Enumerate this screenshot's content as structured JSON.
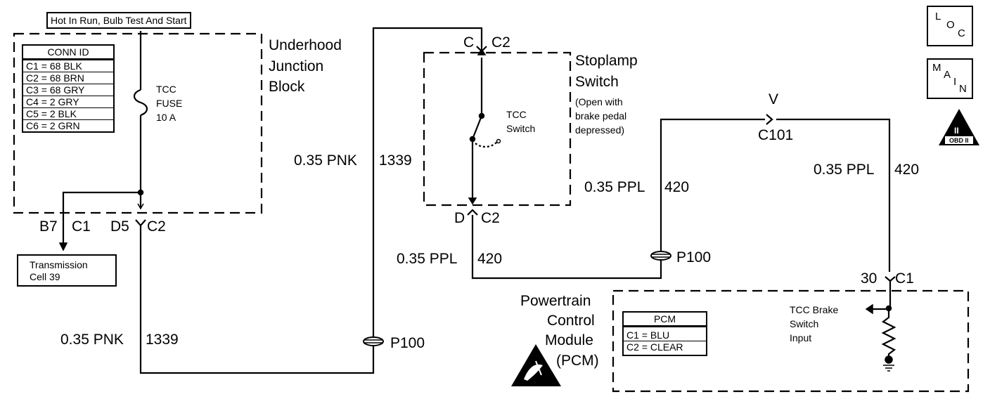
{
  "header_label": "Hot In Run, Bulb Test And Start",
  "underhood_block": {
    "line1": "Underhood",
    "line2": "Junction",
    "line3": "Block"
  },
  "conn_id_table": {
    "title": "CONN  ID",
    "rows": [
      "C1 = 68 BLK",
      "C2 = 68 BRN",
      "C3 = 68 GRY",
      "C4 = 2 GRY",
      "C5 = 2 BLK",
      "C6 = 2 GRN"
    ]
  },
  "fuse": {
    "line1": "TCC",
    "line2": "FUSE",
    "line3": "10 A"
  },
  "connectors": {
    "b7": "B7",
    "c1_left": "C1",
    "d5": "D5",
    "c2_left": "C2",
    "c_top": "C",
    "c2_top": "C2",
    "d_bottom": "D",
    "c2_bottom": "C2",
    "v": "V",
    "c101": "C101",
    "num30": "30",
    "c1_right": "C1"
  },
  "transmission": {
    "line1": "Transmission",
    "line2": "Cell 39"
  },
  "wires": {
    "pnk_upper_gauge": "0.35 PNK",
    "pnk_upper_circuit": "1339",
    "pnk_lower_gauge": "0.35 PNK",
    "pnk_lower_circuit": "1339",
    "ppl_lower_gauge": "0.35 PPL",
    "ppl_lower_circuit": "420",
    "ppl_mid_gauge": "0.35 PPL",
    "ppl_mid_circuit": "420",
    "ppl_right_gauge": "0.35 PPL",
    "ppl_right_circuit": "420"
  },
  "splices": {
    "p100_left": "P100",
    "p100_right": "P100"
  },
  "stoplamp": {
    "title1": "Stoplamp",
    "title2": "Switch",
    "note1": "(Open with",
    "note2": "brake pedal",
    "note3": "depressed)",
    "switch_label1": "TCC",
    "switch_label2": "Switch"
  },
  "pcm": {
    "title1": "Powertrain",
    "title2": "Control",
    "title3": "Module",
    "title4": "(PCM)",
    "table_title": "PCM",
    "rows": [
      "C1 = BLU",
      "C2 = CLEAR"
    ],
    "input1": "TCC Brake",
    "input2": "Switch",
    "input3": "Input"
  },
  "nav": {
    "loc": [
      "L",
      "O",
      "C"
    ],
    "main": [
      "M",
      "A",
      "I",
      "N"
    ],
    "obd": "OBD II",
    "obd_numeral": "II"
  }
}
